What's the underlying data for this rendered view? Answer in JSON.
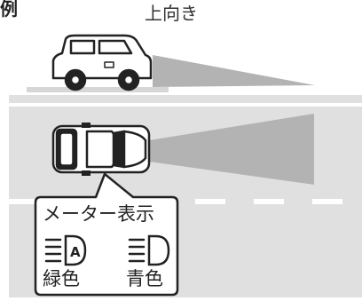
{
  "header": {
    "corner_label": "例",
    "beam_caption": "上向き"
  },
  "meter": {
    "title": "メーター表示",
    "indicators": [
      {
        "icon": "high-beam-auto-icon",
        "color_label": "緑色",
        "color": "#222222"
      },
      {
        "icon": "high-beam-icon",
        "color_label": "青色",
        "color": "#222222"
      }
    ]
  },
  "colors": {
    "road": "#e0e0e0",
    "outline": "#222222",
    "beam": "#b3b3b3",
    "lane_marking": "#ffffff"
  }
}
